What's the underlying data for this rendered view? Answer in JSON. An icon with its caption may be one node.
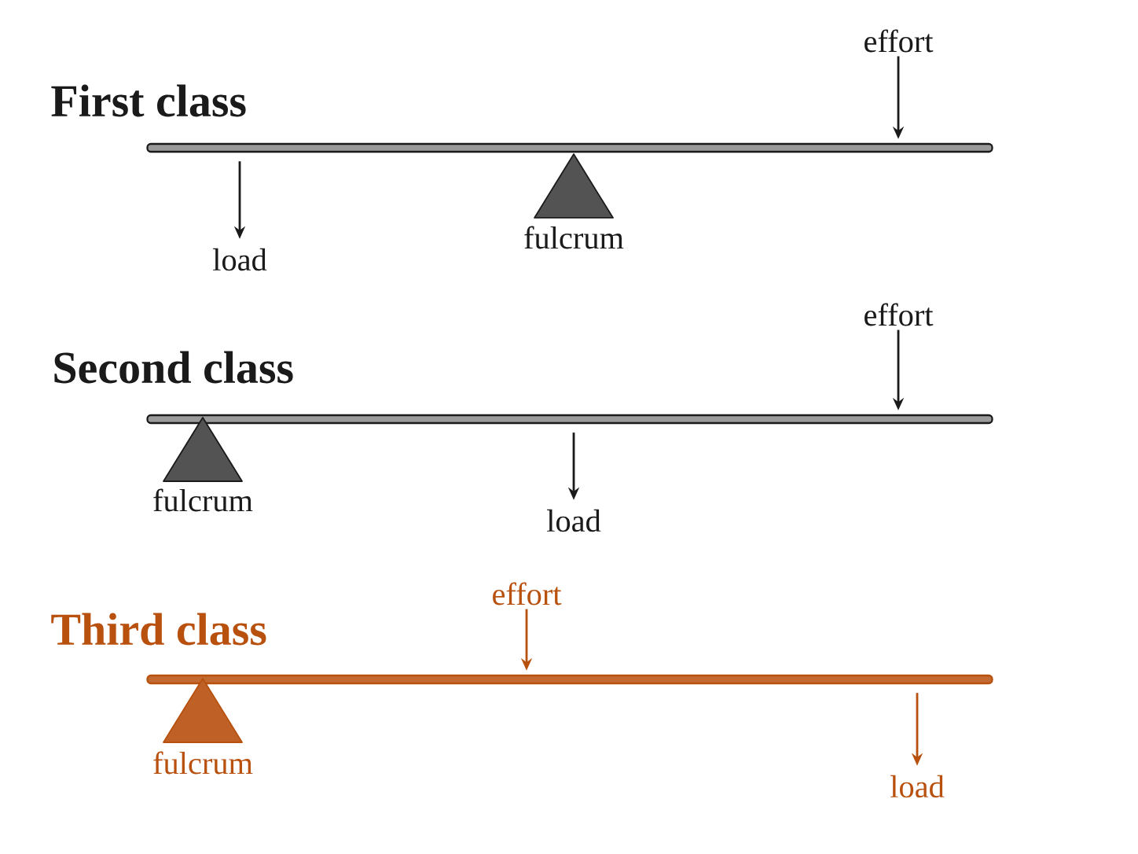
{
  "diagram": {
    "nodes": [
      {
        "text": [
          "effort"
        ]
      },
      {
        "text": [],
        "shape": "bar"
      },
      {
        "text": [
          "load"
        ]
      },
      {
        "text": [
          "fulcrum"
        ]
      },
      {
        "text": [
          "effort"
        ]
      },
      {
        "text": [],
        "shape": "bar"
      },
      {
        "text": [
          "fulcrum"
        ]
      },
      {
        "text": [
          "load"
        ]
      },
      {
        "text": [
          "effort"
        ]
      },
      {
        "text": [],
        "shape": "bar"
      },
      {
        "text": [
          "fulcrum"
        ]
      },
      {
        "text": [
          "load"
        ]
      }
    ],
    "edges": [
      {
        "from": 0,
        "to": 1,
        "arrow": "to"
      },
      {
        "from": 1,
        "to": 2,
        "arrow": "to"
      },
      {
        "from": 4,
        "to": 5,
        "arrow": "to"
      },
      {
        "from": 5,
        "to": 7,
        "arrow": "to"
      },
      {
        "from": 8,
        "to": 9,
        "arrow": "to",
        "color": "#b8500e"
      },
      {
        "from": 9,
        "to": 11,
        "arrow": "to",
        "color": "#b8500e"
      }
    ],
    "labels": [
      "First class",
      "Second class",
      "Third class"
    ]
  }
}
